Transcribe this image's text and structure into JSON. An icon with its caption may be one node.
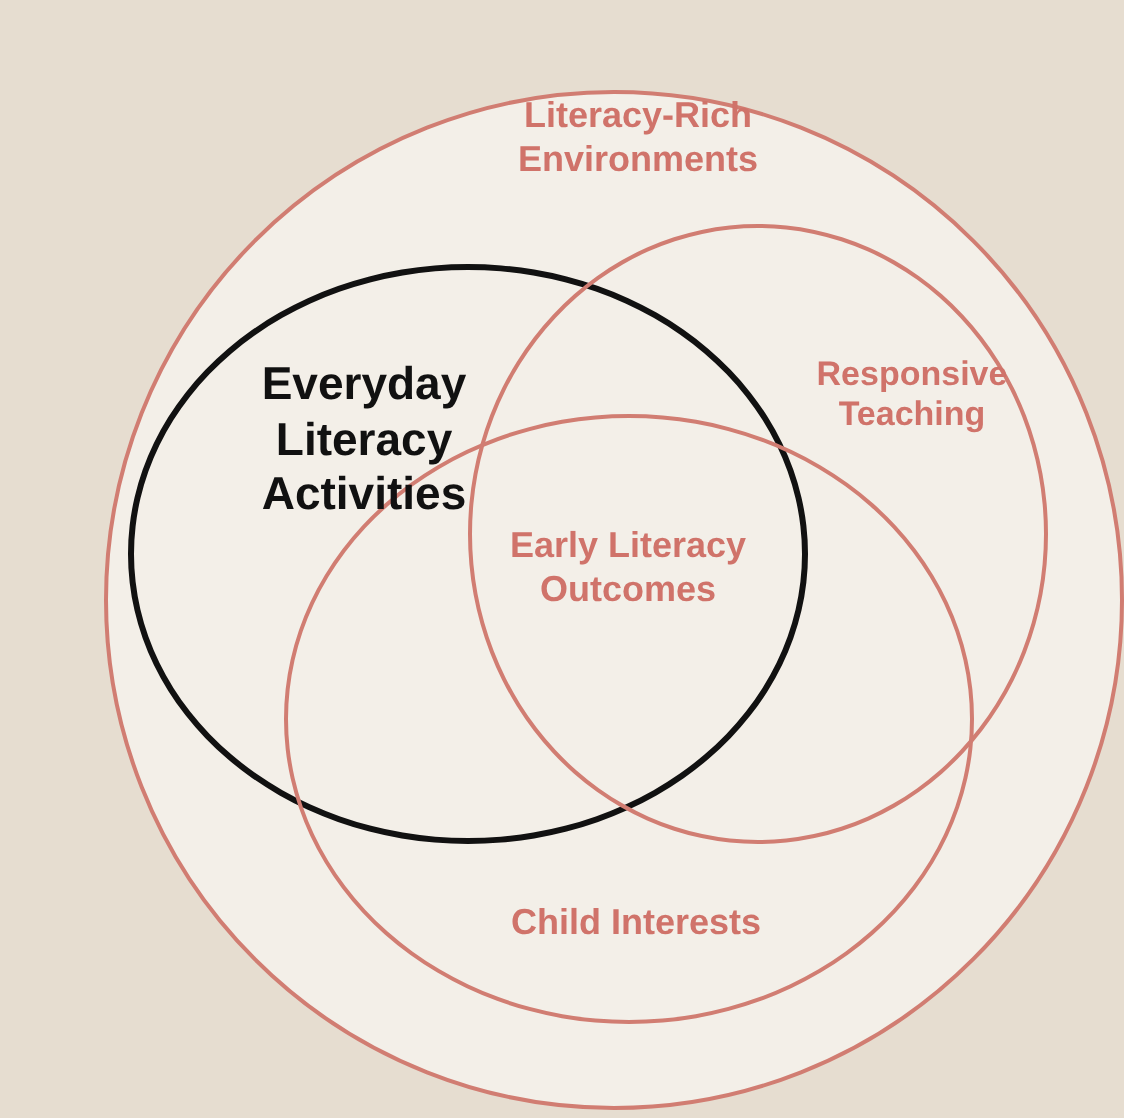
{
  "diagram": {
    "nodes": [
      {
        "text": [
          "Literacy-Rich Environments"
        ]
      },
      {
        "text": [
          "Everyday Literacy Activities"
        ],
        "in": 0
      },
      {
        "text": [
          "Responsive Teaching"
        ],
        "in": 0
      },
      {
        "text": [
          "Child Interests"
        ],
        "in": 0
      }
    ],
    "labels": [
      "Early Literacy Outcomes"
    ]
  }
}
